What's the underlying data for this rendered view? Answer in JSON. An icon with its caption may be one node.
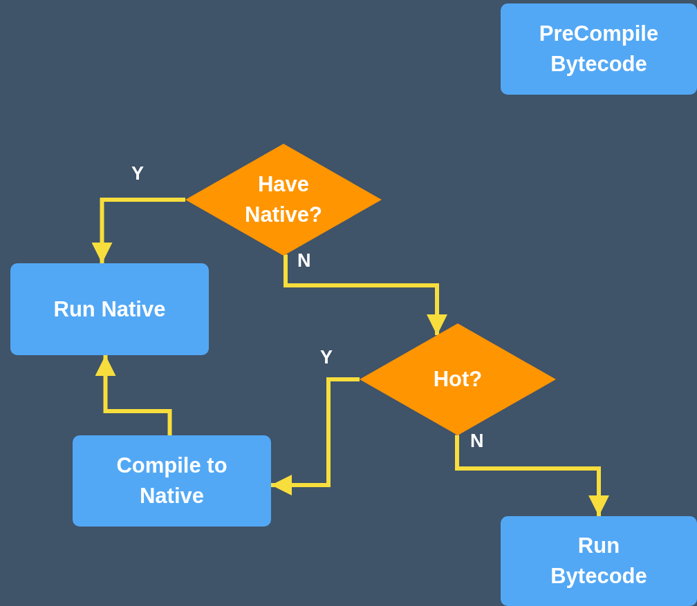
{
  "diagram": {
    "nodes": [
      {
        "text": [
          "PreCompile Bytecode"
        ]
      },
      {
        "text": [
          "Have Native?"
        ]
      },
      {
        "text": [
          "Run Native"
        ]
      },
      {
        "text": [
          "Hot?"
        ]
      },
      {
        "text": [
          "Compile to Native"
        ]
      },
      {
        "text": [
          "Run Bytecode"
        ]
      }
    ],
    "edges": [
      {
        "from": 1,
        "to": 2,
        "arrow": "to",
        "label": "Y"
      },
      {
        "from": 1,
        "to": 3,
        "arrow": "to",
        "label": "N"
      },
      {
        "from": 3,
        "to": 4,
        "arrow": "to",
        "label": "Y"
      },
      {
        "from": 3,
        "to": 5,
        "arrow": "to",
        "label": "N"
      },
      {
        "from": 4,
        "to": 2,
        "arrow": "to"
      }
    ]
  }
}
